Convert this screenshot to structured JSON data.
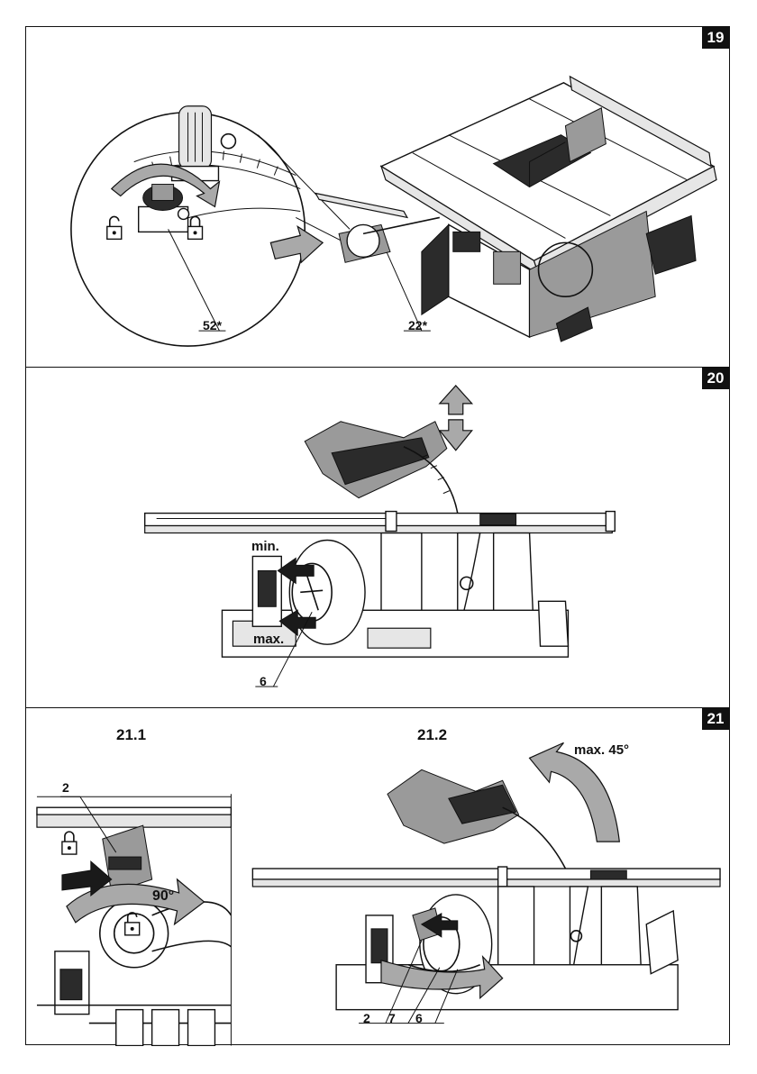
{
  "figures": {
    "fig19": {
      "number": "19",
      "callouts": {
        "lock_knob": "52*",
        "mitre_gauge": "22*"
      }
    },
    "fig20": {
      "number": "20",
      "labels": {
        "min": "min.",
        "max": "max."
      },
      "callouts": {
        "handwheel": "6"
      }
    },
    "fig21": {
      "number": "21",
      "sub1": {
        "title": "21.1",
        "callout": "2",
        "angle": "90°"
      },
      "sub2": {
        "title": "21.2",
        "angle_max": "max. 45°",
        "callouts": [
          "2",
          "7",
          "6"
        ]
      }
    }
  },
  "colors": {
    "ink": "#111111",
    "arrow_fill": "#a9a9a9",
    "badge_bg": "#111111"
  },
  "icons": [
    "lock-open-icon",
    "lock-closed-icon",
    "push-arrow-icon",
    "up-down-arrow-icon",
    "rotate-arrow-icon"
  ]
}
